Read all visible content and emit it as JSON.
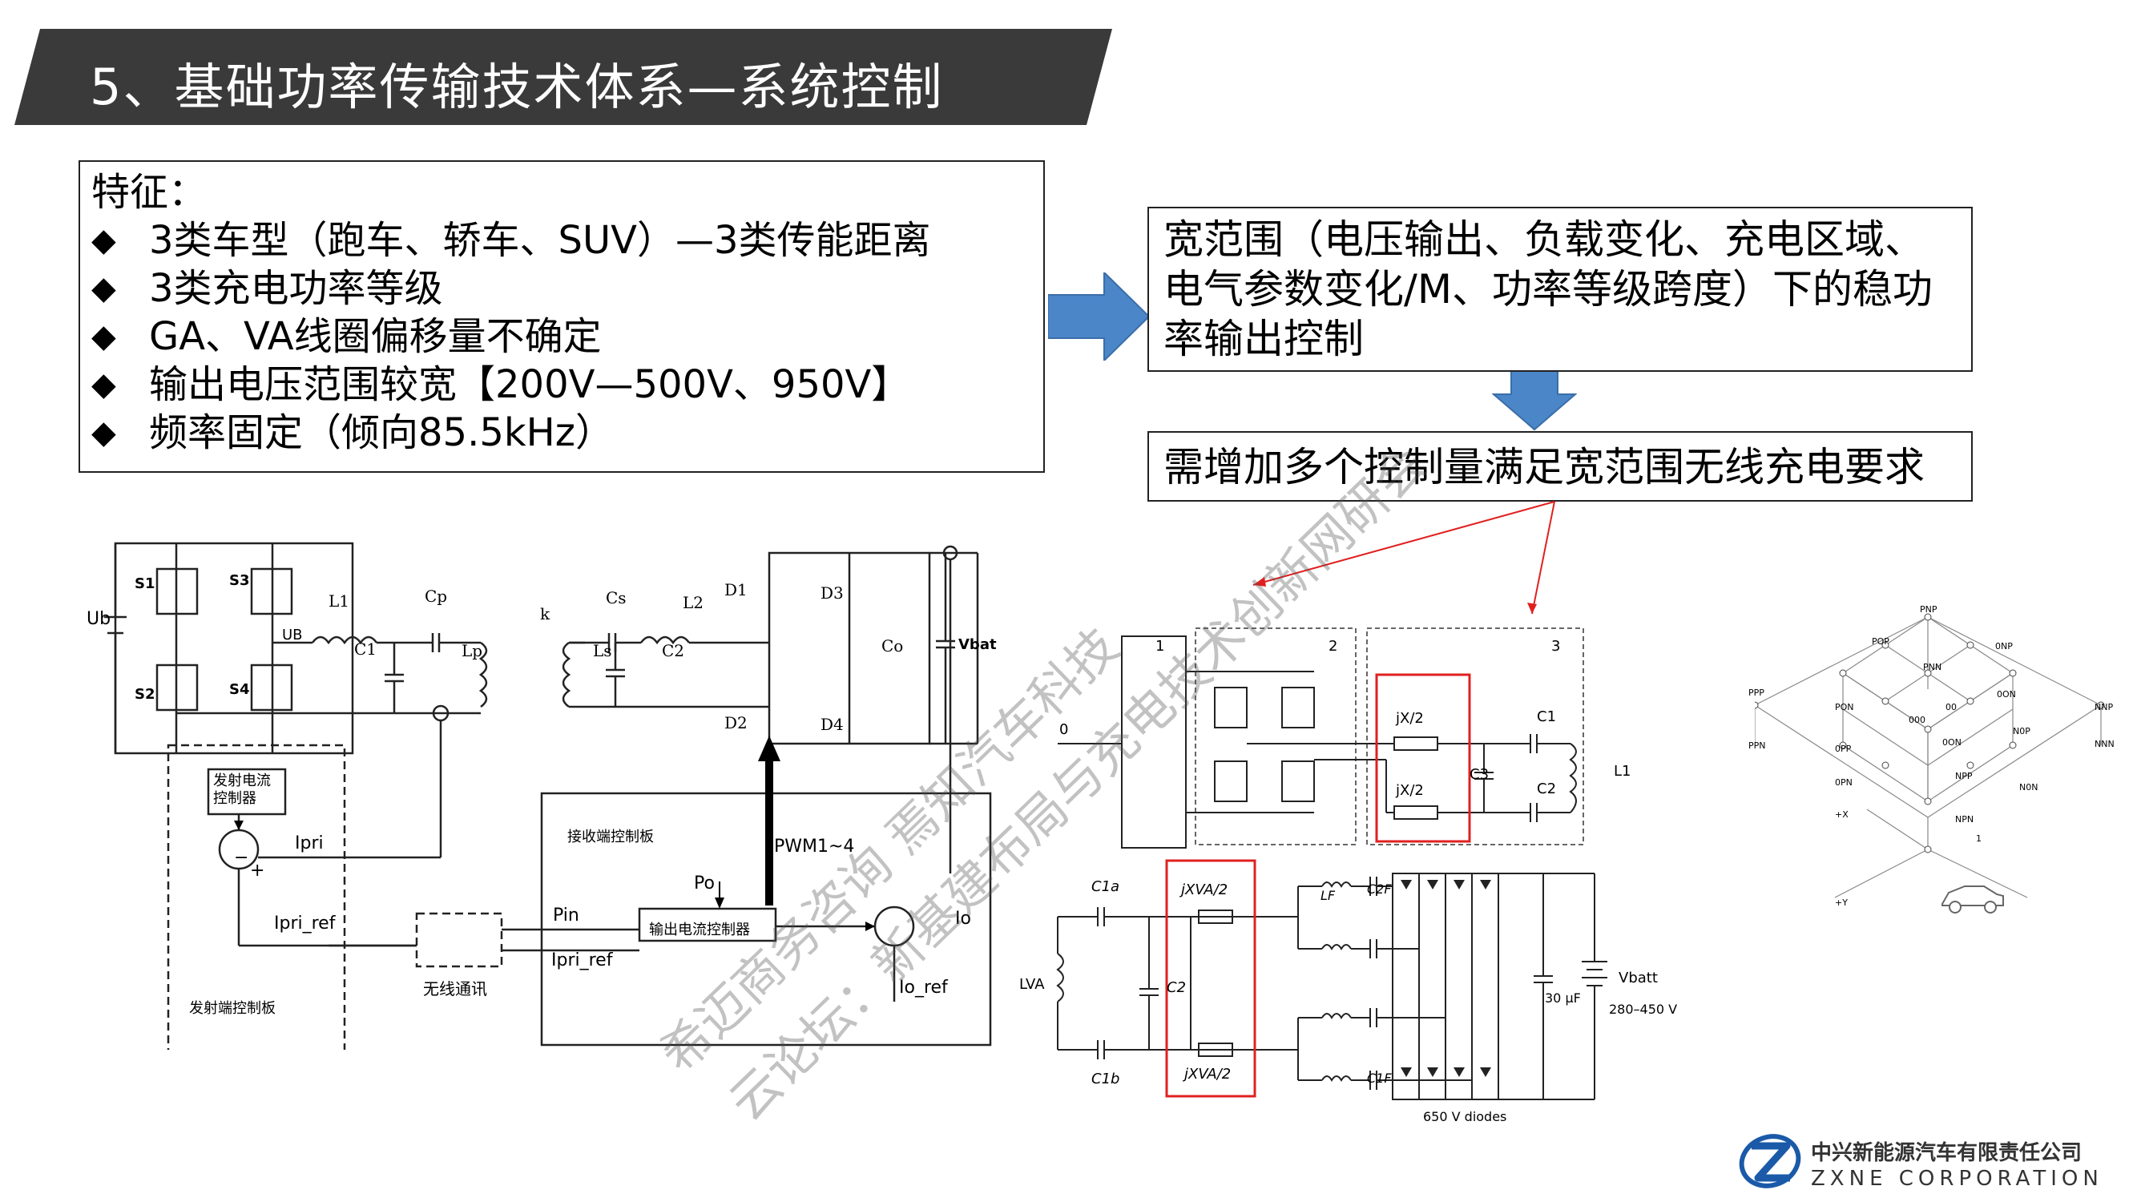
{
  "slide": {
    "title": "5、基础功率传输技术体系—系统控制",
    "colors": {
      "banner": "#3a3a3a",
      "arrow_blue": "#4a86c8",
      "red": "#e02020"
    }
  },
  "features": {
    "title": "特征：",
    "items": [
      "3类车型（跑车、轿车、SUV）—3类传能距离",
      "3类充电功率等级",
      "GA、VA线圈偏移量不确定",
      "输出电压范围较宽【200V—500V、950V】",
      "频率固定（倾向85.5kHz）"
    ]
  },
  "wide_range": {
    "text": "宽范围（电压输出、负载变化、充电区域、电气参数变化/M、功率等级跨度）下的稳功率输出控制"
  },
  "need_control": {
    "text": "需增加多个控制量满足宽范围无线充电要求"
  },
  "circuit_left": {
    "labels": {
      "ub": "Ub",
      "s1": "S1",
      "s2": "S2",
      "s3": "S3",
      "s4": "S4",
      "u_b": "UB",
      "l1": "L1",
      "c1": "C1",
      "cp": "Cp",
      "lp": "Lp",
      "k": "k",
      "cs": "Cs",
      "l2": "L2",
      "ls": "Ls",
      "c2": "C2",
      "d1": "D1",
      "d2": "D2",
      "d3": "D3",
      "d4": "D4",
      "co": "Co",
      "vbat": "Vbat",
      "tx_ctrl_current": "发射电流\n控制器",
      "ipri": "Ipri",
      "ipri_ref": "Ipri_ref",
      "pin": "Pin",
      "ipri_ref2": "Ipri_ref",
      "wireless_comm": "无线通讯",
      "tx_board": "发射端控制板",
      "rx_board": "接收端控制板",
      "pwm": "PWM1~4",
      "po": "Po",
      "out_ctrl": "输出电流控制器",
      "io": "Io",
      "io_ref": "Io_ref",
      "minus": "−",
      "plus": "+"
    }
  },
  "circuit_right_top": {
    "labels": {
      "n1": "1",
      "n2": "2",
      "n3": "3",
      "zero": "0",
      "jx1": "jX/2",
      "jx2": "jX/2",
      "c1": "C1",
      "c2": "C2",
      "c3": "C3",
      "l1": "L1"
    }
  },
  "circuit_right_bottom": {
    "labels": {
      "c1a": "C1a",
      "c1b": "C1b",
      "lva": "LVA",
      "c2": "C2",
      "jxva1": "jXVA/2",
      "jxva2": "jXVA/2",
      "lf": "LF",
      "c2f": "C2F",
      "c1f": "C1F",
      "cap": "30 μF",
      "vbatt": "Vbatt",
      "vrange": "280–450 V",
      "diodes": "650 V diodes"
    }
  },
  "state_diagram": {
    "labels": {
      "pnp": "PNP",
      "pop": "POP",
      "pnn": "PNN",
      "onp": "0NP",
      "ppp": "PPP",
      "pon": "PON",
      "oon": "0ON",
      "nnp": "NNP",
      "ppn": "PPN",
      "ooo": "000",
      "oo": "00",
      "nop": "N0P",
      "nnn": "NNN",
      "opn": "0PN",
      "npp": "NPP",
      "non": "N0N",
      "npn": "NPN",
      "opp": "0PP",
      "one": "1",
      "x": "+X",
      "y": "+Y"
    }
  },
  "watermarks": [
    "希迈商务咨询  焉知汽车科技",
    "云论坛：新基建布局与充电技术创新网研会"
  ],
  "logo": {
    "cn": "中兴新能源汽车有限责任公司",
    "en": "ZXNE CORPORATION"
  }
}
